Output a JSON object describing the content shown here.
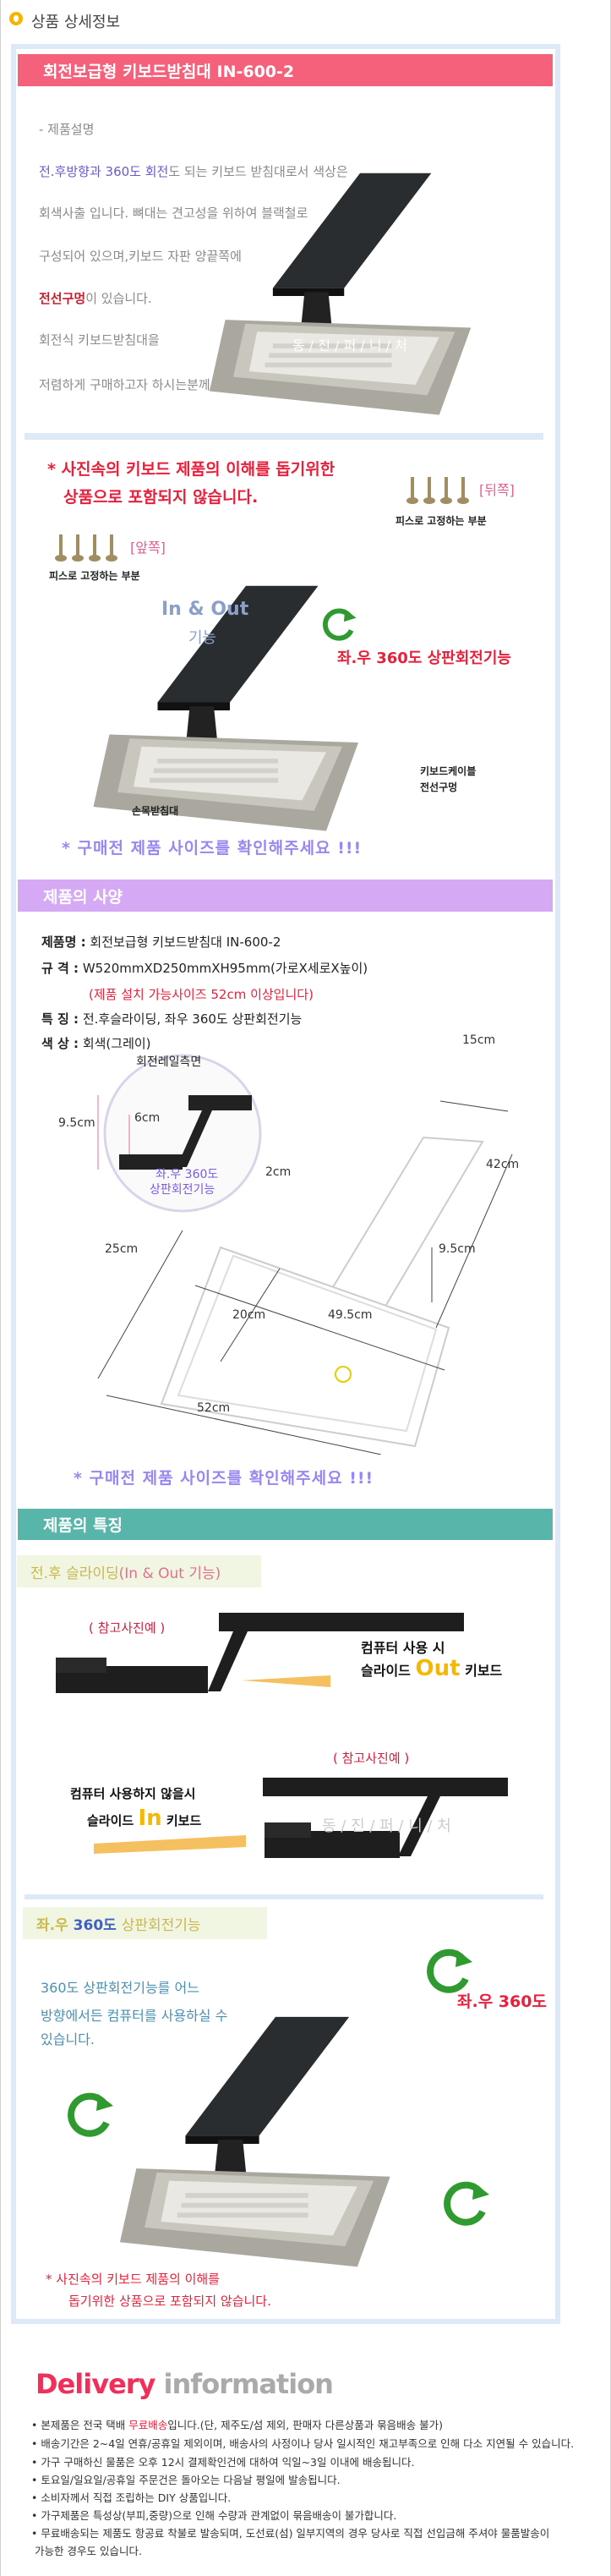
{
  "page_title": "상품 상세정보",
  "product_header": "회전보급형 키보드받침대 IN-600-2",
  "intro": {
    "heading": "- 제품설명",
    "line1_highlight": "전.후방향과 360도 회전",
    "line1_rest": "도 되는 키보드 받침대로서 색상은",
    "line2": "회색사출 입니다. 뼈대는 견고성을 위하여 블랙철로",
    "line3": "구성되어 있으며,키보드 자판 양끝쪽에",
    "line4_highlight": "전선구멍",
    "line4_rest": "이 있습니다.",
    "line5": "회전식 키보드받침대을",
    "line6": "저렴하게 구매하고자 하시는분께 권장합니다."
  },
  "watermark": "동 / 진 / 퍼 / 니 / 처",
  "diagram1": {
    "warning_line1": "* 사진속의 키보드 제품의 이해를 돕기위한",
    "warning_line2": "상품으로 포함되지 않습니다.",
    "back_label": "[뒤쪽]",
    "back_caption": "피스로 고정하는 부분",
    "front_label": "[앞쪽]",
    "front_caption": "피스로 고정하는 부분",
    "inout_label": "In & Out",
    "inout_sub": "기능",
    "rotate_label": "좌.우 360도 상판회전기능",
    "cable_label_1": "키보드케이블",
    "cable_label_2": "전선구멍",
    "wrist_label": "손목받침대",
    "size_note": "* 구매전 제품 사이즈를 확인해주세요 !!!"
  },
  "specs": {
    "header": "제품의 사양",
    "name_label": "제품명 :",
    "name_value": "회전보급형 키보드받침대 IN-600-2",
    "size_label": "규  격 :",
    "size_value": "W520mmXD250mmXH95mm(가로X세로X높이)",
    "size_note": "(제품 설치 가능사이즈 52cm 이상입니다)",
    "feature_label": "특  징 :",
    "feature_value": "전.후슬라이딩, 좌우 360도 상판회전기능",
    "color_label": "색  상 :",
    "color_value": "회색(그레이)",
    "rail_title": "회전레일측면",
    "rail_rotate_1": "좌.우 360도",
    "rail_rotate_2": "상판회전기능",
    "dims": {
      "top_width": "15cm",
      "top_length": "42cm",
      "rail_h": "9.5cm",
      "rail_inner": "6cm",
      "gap": "2cm",
      "side_h": "9.5cm",
      "depth": "25cm",
      "inner_depth": "20cm",
      "inner_width": "49.5cm",
      "width": "52cm"
    },
    "size_check": "* 구매전 제품 사이즈를 확인해주세요 !!!"
  },
  "features": {
    "header": "제품의 특징",
    "slide_title_a": "전.후 슬라이딩",
    "slide_title_b": "(In & Out 기능)",
    "ref_photo": "( 참고사진예 )",
    "out_line1": "컴퓨터 사용 시",
    "out_pre": "슬라이드",
    "out_word": "Out",
    "out_post": "키보드",
    "in_line1": "컴퓨터 사용하지 않을시",
    "in_pre": "슬라이드",
    "in_word": "In",
    "in_post": "키보드",
    "rotate_title_a": "좌.우",
    "rotate_title_b": "360도",
    "rotate_title_c": "상판회전기능",
    "rotate_line1": "360도 상판회전기능를 어느",
    "rotate_line2": "방향에서든 컴퓨터를 사용하실 수",
    "rotate_line3": "있습니다.",
    "rotate_badge": "좌.우 360도",
    "warning_line1": "* 사진속의 키보드 제품의 이해를",
    "warning_line2": "돕기위한 상품으로 포함되지 않습니다."
  },
  "delivery": {
    "title_a": "Delivery",
    "title_b": "information",
    "b1_pre": "본제품은 전국 택배 ",
    "b1_red": "무료배송",
    "b1_post": "입니다.(단, 제주도/섬 제외, 판매자 다른상품과 묶음배송 불가)",
    "items": [
      "배송기간은 2~4일 연휴/공휴일 제외이며, 배송사의 사정이나 당사 일시적인 재고부족으로 인해 다소 지연될 수 있습니다.",
      "가구 구매하신 물품은 오후 12시 결제확인건에 대하여 익일~3일 이내에 배송됩니다.",
      "토요일/일요일/공휴일 주문건은 돌아오는 다음날 평일에 발송됩니다.",
      "소비자께서 직접 조립하는 DIY  상품입니다.",
      "가구제품은 특성상(부피,중량)으로 인해 수량과 관계없이 묶음배송이 불가합니다.",
      "무료배송되는 제품도 항공료 착불로 발송되며, 도선료(섬) 일부지역의 경우 당사로 직접 선입금해 주셔야 물품발송이",
      "가능한 경우도 있습니다."
    ]
  },
  "colors": {
    "pink": "#f5607b",
    "purple": "#d6a9f5",
    "teal": "#58b5a9",
    "panel_border": "#dde9f7",
    "red": "#e8203c",
    "note": "#9a86f0"
  }
}
